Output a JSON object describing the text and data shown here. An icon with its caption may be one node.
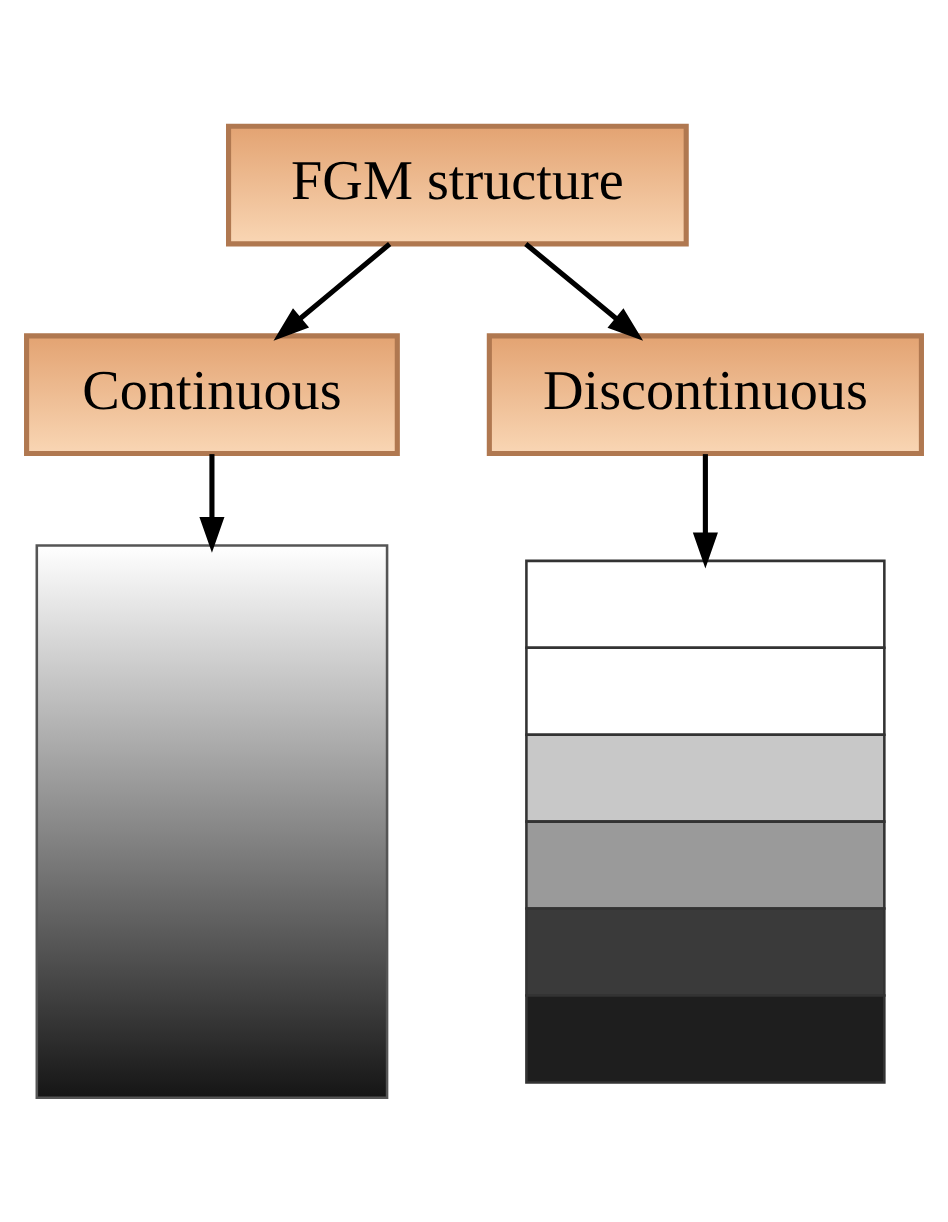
{
  "diagram": {
    "nodes": [
      {
        "text": [
          "FGM structure"
        ]
      },
      {
        "text": [
          "Continuous"
        ]
      },
      {
        "text": [
          "Discontinuous"
        ]
      },
      {
        "text": [],
        "shape": "box"
      },
      {
        "text": [],
        "shape": "box"
      }
    ],
    "edges": [
      {
        "from": 0,
        "to": 1,
        "arrow": "to"
      },
      {
        "from": 0,
        "to": 2,
        "arrow": "to"
      },
      {
        "from": 1,
        "to": 3,
        "arrow": "to"
      },
      {
        "from": 2,
        "to": 4,
        "arrow": "to"
      }
    ]
  }
}
